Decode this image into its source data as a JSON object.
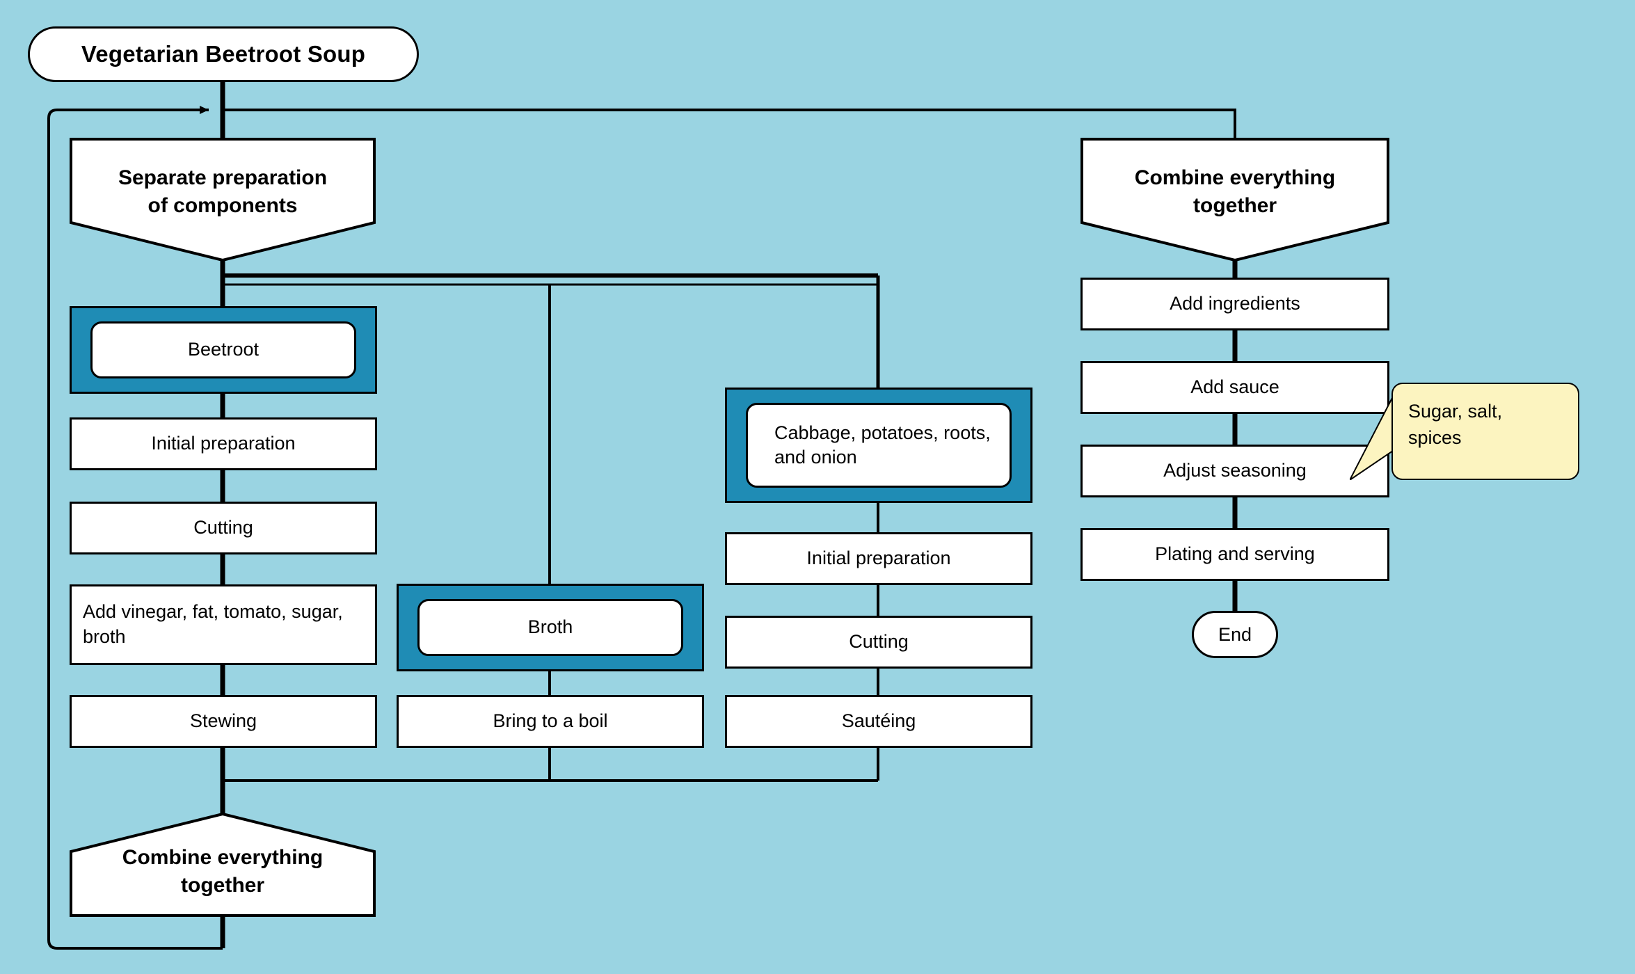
{
  "diagram": {
    "title": "Vegetarian Beetroot Soup",
    "background_color": "#9AD4E2",
    "highlight_color": "#1F8CB5",
    "note_color": "#FCF4C0",
    "node_fill": "#ffffff",
    "stroke_color": "#000000"
  },
  "start": {
    "label": "Vegetarian Beetroot Soup"
  },
  "fork": {
    "label": "Separate preparation of components",
    "line1": "Separate preparation",
    "line2": "of components"
  },
  "branches": [
    {
      "id": "beetroot",
      "ingredient": "Beetroot",
      "steps": [
        "Initial preparation",
        "Cutting",
        "Add vinegar, fat, tomato, sugar, broth",
        "Stewing"
      ]
    },
    {
      "id": "broth",
      "ingredient": "Broth",
      "steps": [
        "Bring to a boil"
      ]
    },
    {
      "id": "vegetables",
      "ingredient": "Cabbage, potatoes, roots, and onion",
      "steps": [
        "Initial preparation",
        "Cutting",
        "Sautéing"
      ]
    }
  ],
  "join_left": {
    "label": "Combine everything together",
    "line1": "Combine everything",
    "line2": "together"
  },
  "fork_right": {
    "label": "Combine everything together",
    "line1": "Combine everything",
    "line2": "together"
  },
  "final_steps": [
    "Add ingredients",
    "Add sauce",
    "Adjust seasoning",
    "Plating and serving"
  ],
  "note": {
    "line1": "Sugar, salt,",
    "line2": "spices",
    "text": "Sugar, salt, spices"
  },
  "end": {
    "label": "End"
  }
}
